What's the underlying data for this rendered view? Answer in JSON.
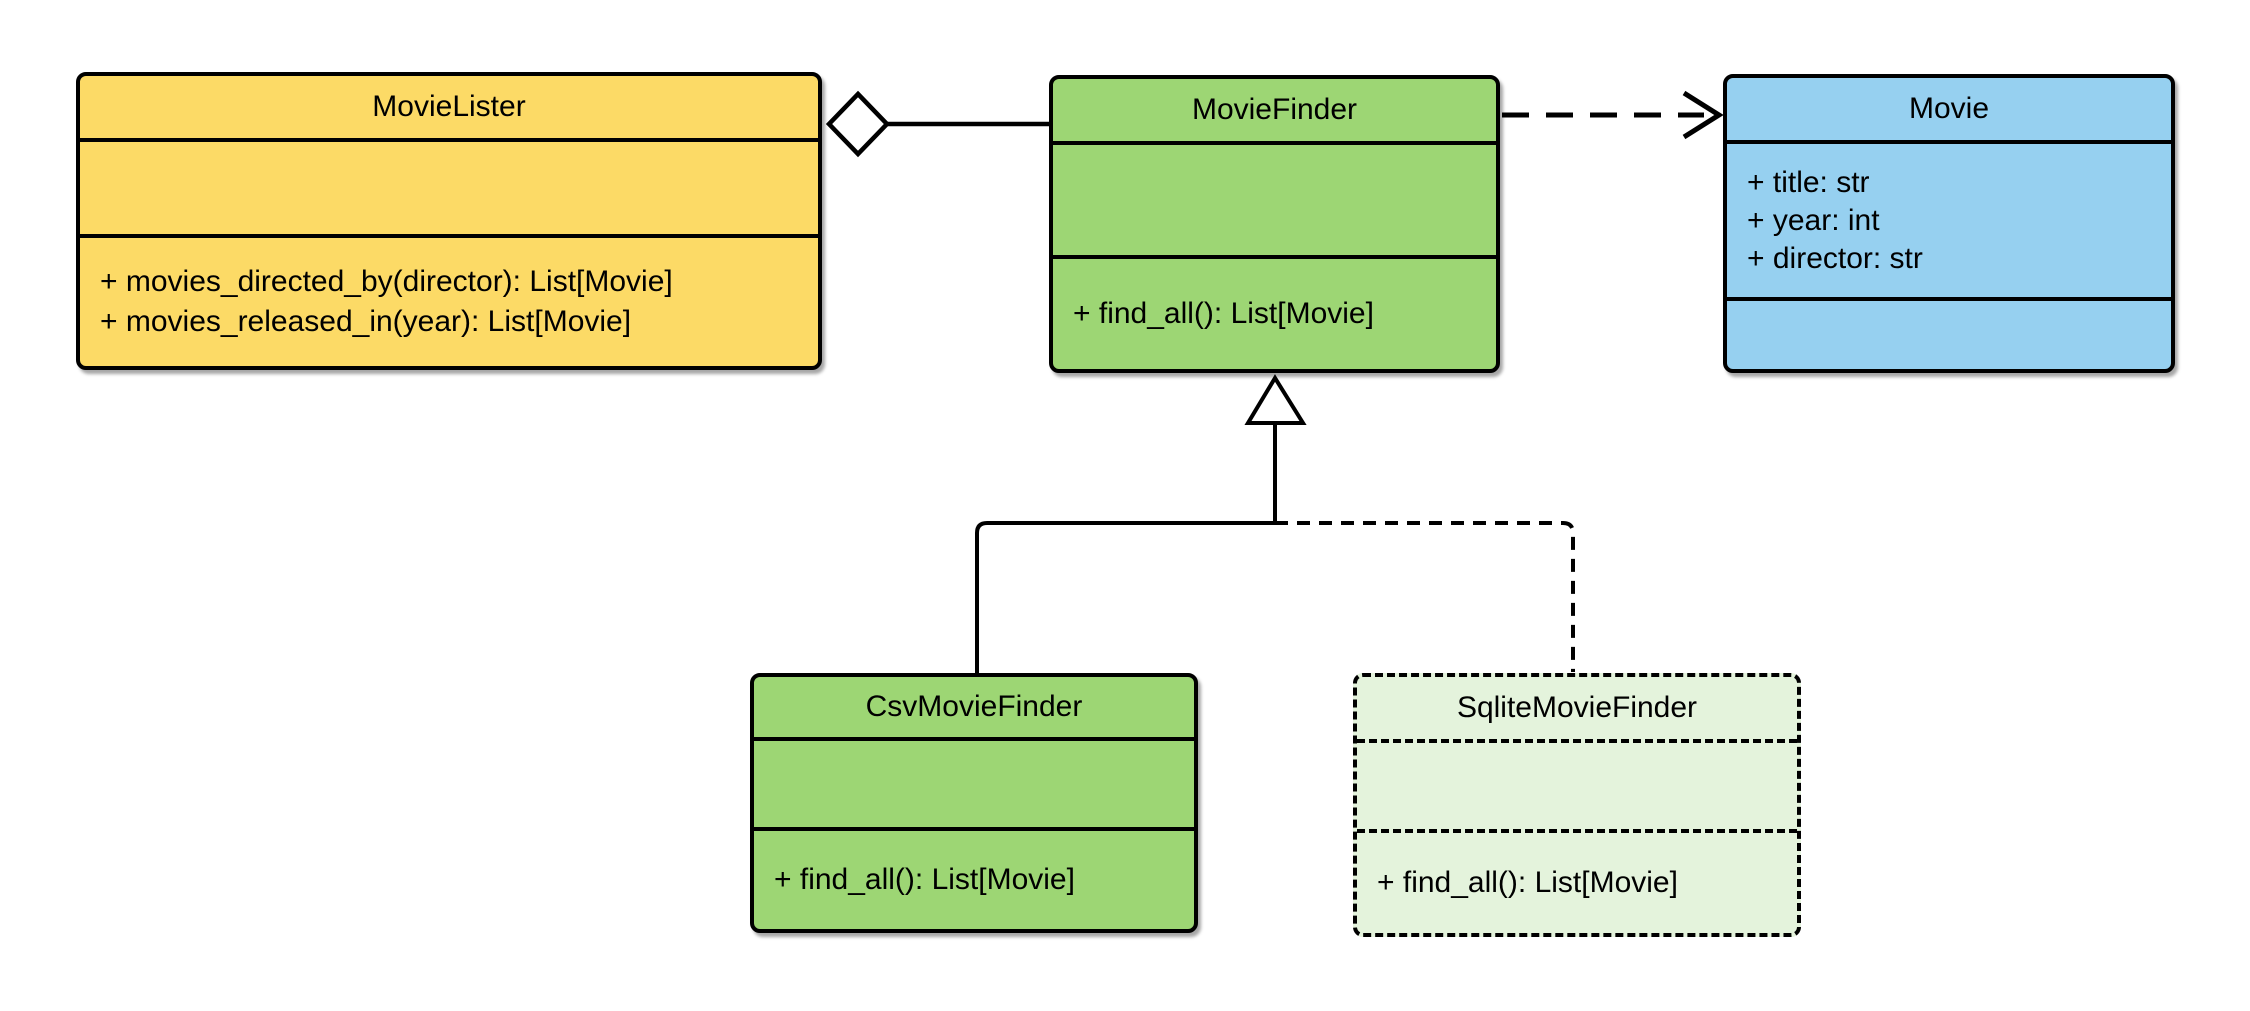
{
  "diagram": {
    "type": "uml-class-diagram",
    "background": "#FFFFFF",
    "colors": {
      "movielister_fill": "#FCDA66",
      "moviefinder_fill": "#9DD674",
      "movie_fill": "#96D0F0",
      "sqlitemoviefinder_fill": "#E4F3DC",
      "line": "#000000"
    },
    "classes": [
      {
        "name": "MovieLister",
        "attributes": [],
        "methods": [
          "+ movies_directed_by(director): List[Movie]",
          "+ movies_released_in(year): List[Movie]"
        ],
        "border_style": "solid"
      },
      {
        "name": "MovieFinder",
        "attributes": [],
        "methods": [
          "+ find_all(): List[Movie]"
        ],
        "border_style": "solid"
      },
      {
        "name": "Movie",
        "attributes": [
          "+ title: str",
          "+ year: int",
          "+ director: str"
        ],
        "methods": [],
        "border_style": "solid"
      },
      {
        "name": "CsvMovieFinder",
        "attributes": [],
        "methods": [
          "+ find_all(): List[Movie]"
        ],
        "border_style": "solid"
      },
      {
        "name": "SqliteMovieFinder",
        "attributes": [],
        "methods": [
          "+ find_all(): List[Movie]"
        ],
        "border_style": "dashed"
      }
    ],
    "relationships": [
      {
        "from": "MovieLister",
        "to": "MovieFinder",
        "type": "aggregation",
        "line": "solid",
        "marker": "hollow-diamond"
      },
      {
        "from": "MovieFinder",
        "to": "Movie",
        "type": "dependency",
        "line": "dashed",
        "marker": "open-arrow"
      },
      {
        "from": "CsvMovieFinder",
        "to": "MovieFinder",
        "type": "inheritance",
        "line": "solid",
        "marker": "hollow-triangle"
      },
      {
        "from": "SqliteMovieFinder",
        "to": "MovieFinder",
        "type": "inheritance",
        "line": "dashed",
        "marker": "hollow-triangle"
      }
    ]
  }
}
